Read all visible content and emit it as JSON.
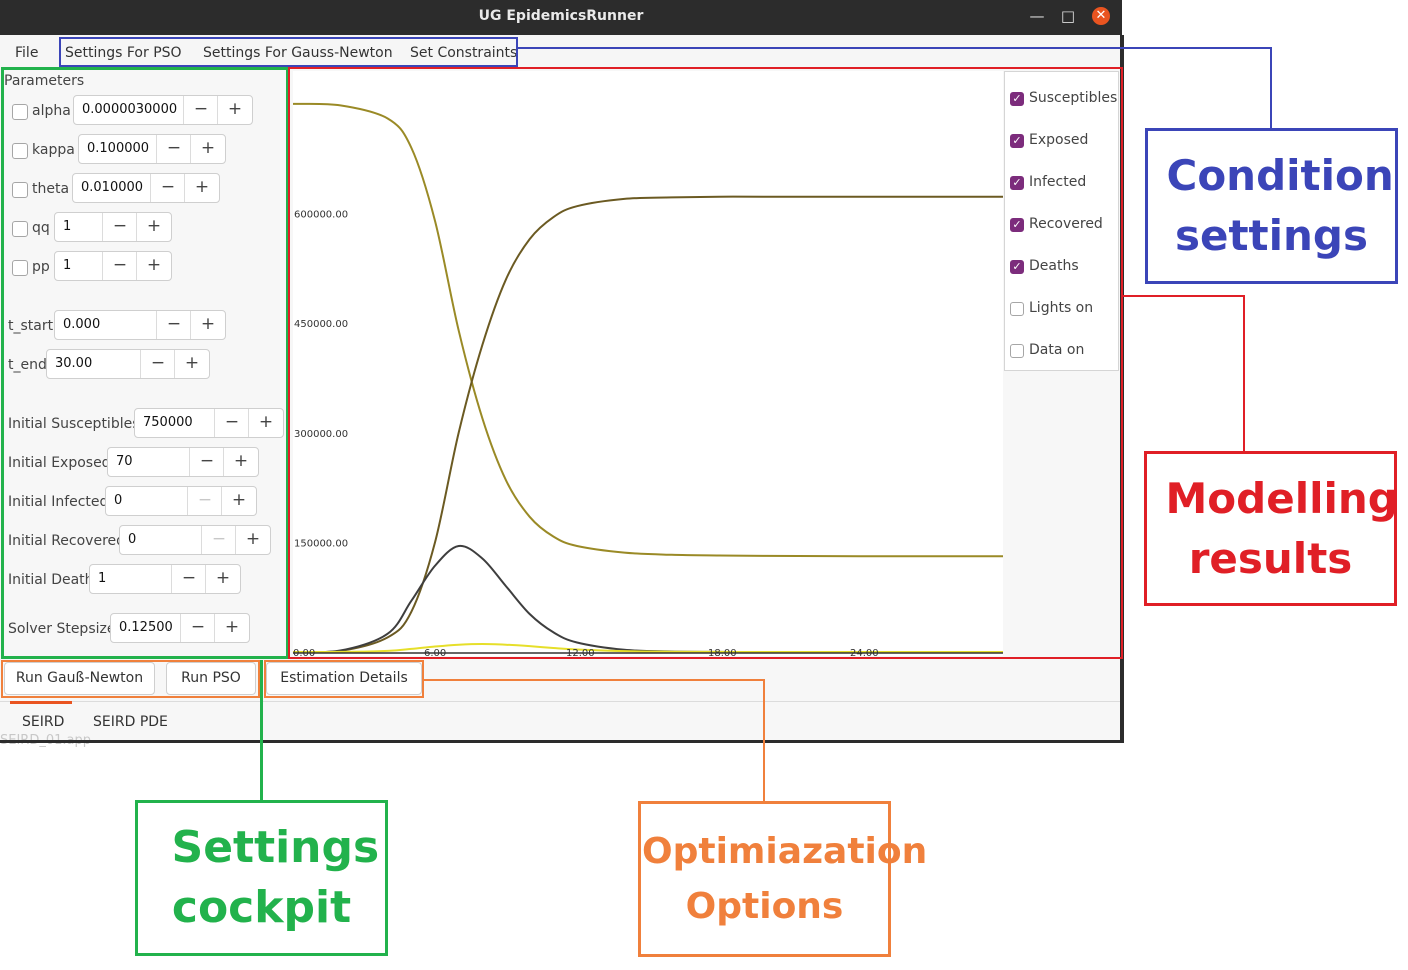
{
  "window": {
    "title": "UG EpidemicsRunner",
    "minimize": "—",
    "maximize": "□",
    "close": "✕"
  },
  "menu": [
    "File",
    "Settings For PSO",
    "Settings For Gauss-Newton",
    "Set Constraints"
  ],
  "parameters": {
    "heading": "Parameters",
    "checked_params": [
      {
        "label": "alpha",
        "value": "0.0000030000",
        "checked": false
      },
      {
        "label": "kappa",
        "value": "0.100000",
        "checked": false
      },
      {
        "label": "theta",
        "value": "0.010000",
        "checked": false
      },
      {
        "label": "qq",
        "value": "1",
        "checked": false
      },
      {
        "label": "pp",
        "value": "1",
        "checked": false
      }
    ],
    "time": [
      {
        "label": "t_start",
        "value": "0.000"
      },
      {
        "label": "t_end",
        "value": "30.00"
      }
    ],
    "initial": [
      {
        "label": "Initial Susceptibles",
        "value": "750000"
      },
      {
        "label": "Initial Exposed",
        "value": "70"
      },
      {
        "label": "Initial Infected",
        "value": "0"
      },
      {
        "label": "Initial Recovered",
        "value": "0"
      },
      {
        "label": "Initial Death",
        "value": "1"
      }
    ],
    "stepsize": {
      "label": "Solver Stepsize",
      "value": "0.12500"
    },
    "minus": "−",
    "plus": "+"
  },
  "legend": [
    {
      "label": "Susceptibles",
      "checked": true
    },
    {
      "label": "Exposed",
      "checked": true
    },
    {
      "label": "Infected",
      "checked": true
    },
    {
      "label": "Recovered",
      "checked": true
    },
    {
      "label": "Deaths",
      "checked": true
    },
    {
      "label": "Lights on",
      "checked": false
    },
    {
      "label": "Data on",
      "checked": false
    }
  ],
  "chart_data": {
    "type": "line",
    "title": "",
    "xlabel": "",
    "ylabel": "",
    "xlim": [
      0,
      30
    ],
    "ylim": [
      0,
      795000
    ],
    "x_ticks": [
      0,
      6,
      12,
      18,
      24
    ],
    "x_tick_labels": [
      "0.00",
      "6.00",
      "12.00",
      "18.00",
      "24.00"
    ],
    "y_ticks": [
      0,
      150000,
      300000,
      450000,
      600000
    ],
    "y_tick_labels": [
      "0.00",
      "150000.00",
      "300000.00",
      "450000.00",
      "600000.00"
    ],
    "grid": false,
    "x": [
      0,
      2,
      4,
      5,
      6,
      7,
      8,
      9,
      10,
      11,
      12,
      14,
      16,
      18,
      20,
      24,
      30
    ],
    "series": [
      {
        "color": "#9a8a26",
        "values": [
          750000,
          748000,
          730000,
          690000,
          590000,
          440000,
          320000,
          235000,
          185000,
          158000,
          145000,
          136000,
          133000,
          132000,
          131500,
          131000,
          131000
        ]
      },
      {
        "color": "#6b5a22",
        "values": [
          0,
          1500,
          20000,
          55000,
          150000,
          300000,
          420000,
          510000,
          565000,
          595000,
          610000,
          620000,
          622000,
          623000,
          623000,
          623000,
          623000
        ]
      },
      {
        "color": "#3e3e3e",
        "values": [
          0,
          2000,
          25000,
          70000,
          118000,
          145000,
          128000,
          90000,
          52000,
          27000,
          13000,
          3000,
          700,
          150,
          50,
          0,
          0
        ]
      },
      {
        "color": "#e6df2a",
        "values": [
          0,
          100,
          1500,
          4200,
          7500,
          10000,
          11000,
          10000,
          8000,
          5500,
          3500,
          1200,
          400,
          100,
          0,
          0,
          0
        ]
      }
    ]
  },
  "buttons": {
    "gauss": "Run Gauß-Newton",
    "pso": "Run PSO",
    "details": "Estimation Details"
  },
  "tabs": [
    "SEIRD",
    "SEIRD PDE"
  ],
  "ghost_text": "SEIRD_01.app",
  "annotations": [
    {
      "text": "Condition settings",
      "color": "#3b45b8"
    },
    {
      "text": "Modelling results",
      "color": "#e01f26"
    },
    {
      "text": "Settings cockpit",
      "color": "#22b24c"
    },
    {
      "text": "Optimiazation Options",
      "color": "#f0803c"
    }
  ]
}
